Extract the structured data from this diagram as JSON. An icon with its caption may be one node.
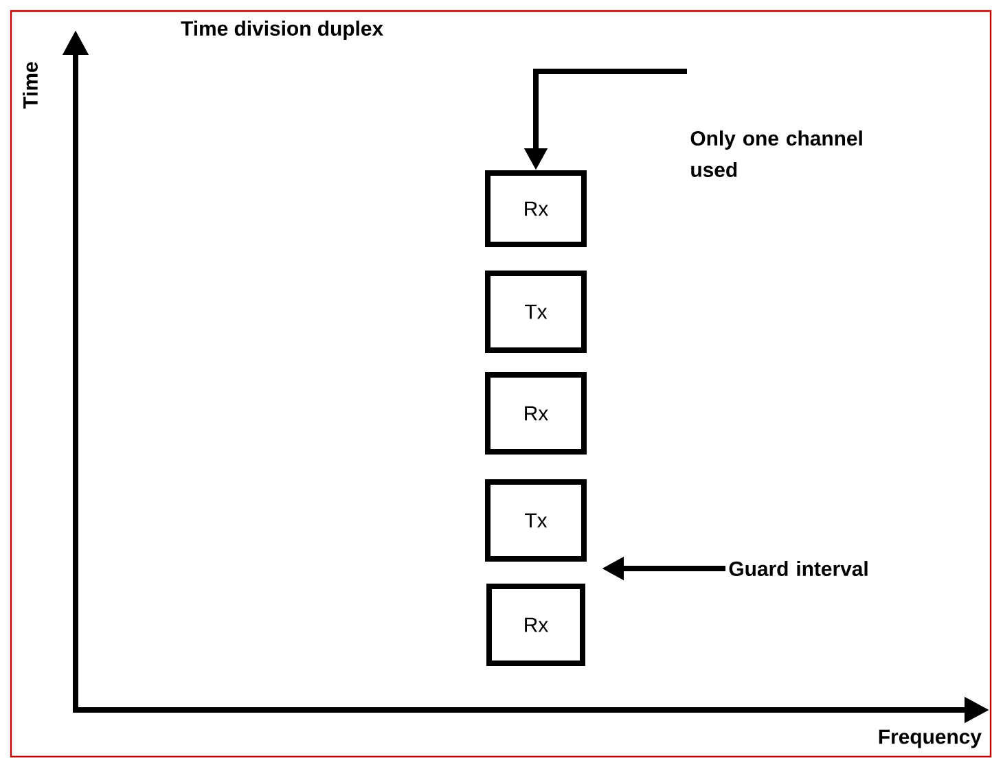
{
  "diagram": {
    "title": "Time division duplex",
    "nodes": [
      {
        "text": [
          "Rx"
        ]
      },
      {
        "text": [
          "Tx"
        ]
      },
      {
        "text": [
          "Rx"
        ]
      },
      {
        "text": [
          "Tx"
        ]
      },
      {
        "text": [
          "Rx"
        ]
      },
      {
        "text": [
          "Only one channel used"
        ]
      },
      {
        "text": [
          "Guard interval"
        ]
      }
    ],
    "edges": [
      {
        "from": 5,
        "to": 0,
        "arrow": "to"
      },
      {
        "from": 6,
        "to": null,
        "arrow": "to"
      }
    ],
    "labels": [
      "Time",
      "Frequency"
    ]
  }
}
